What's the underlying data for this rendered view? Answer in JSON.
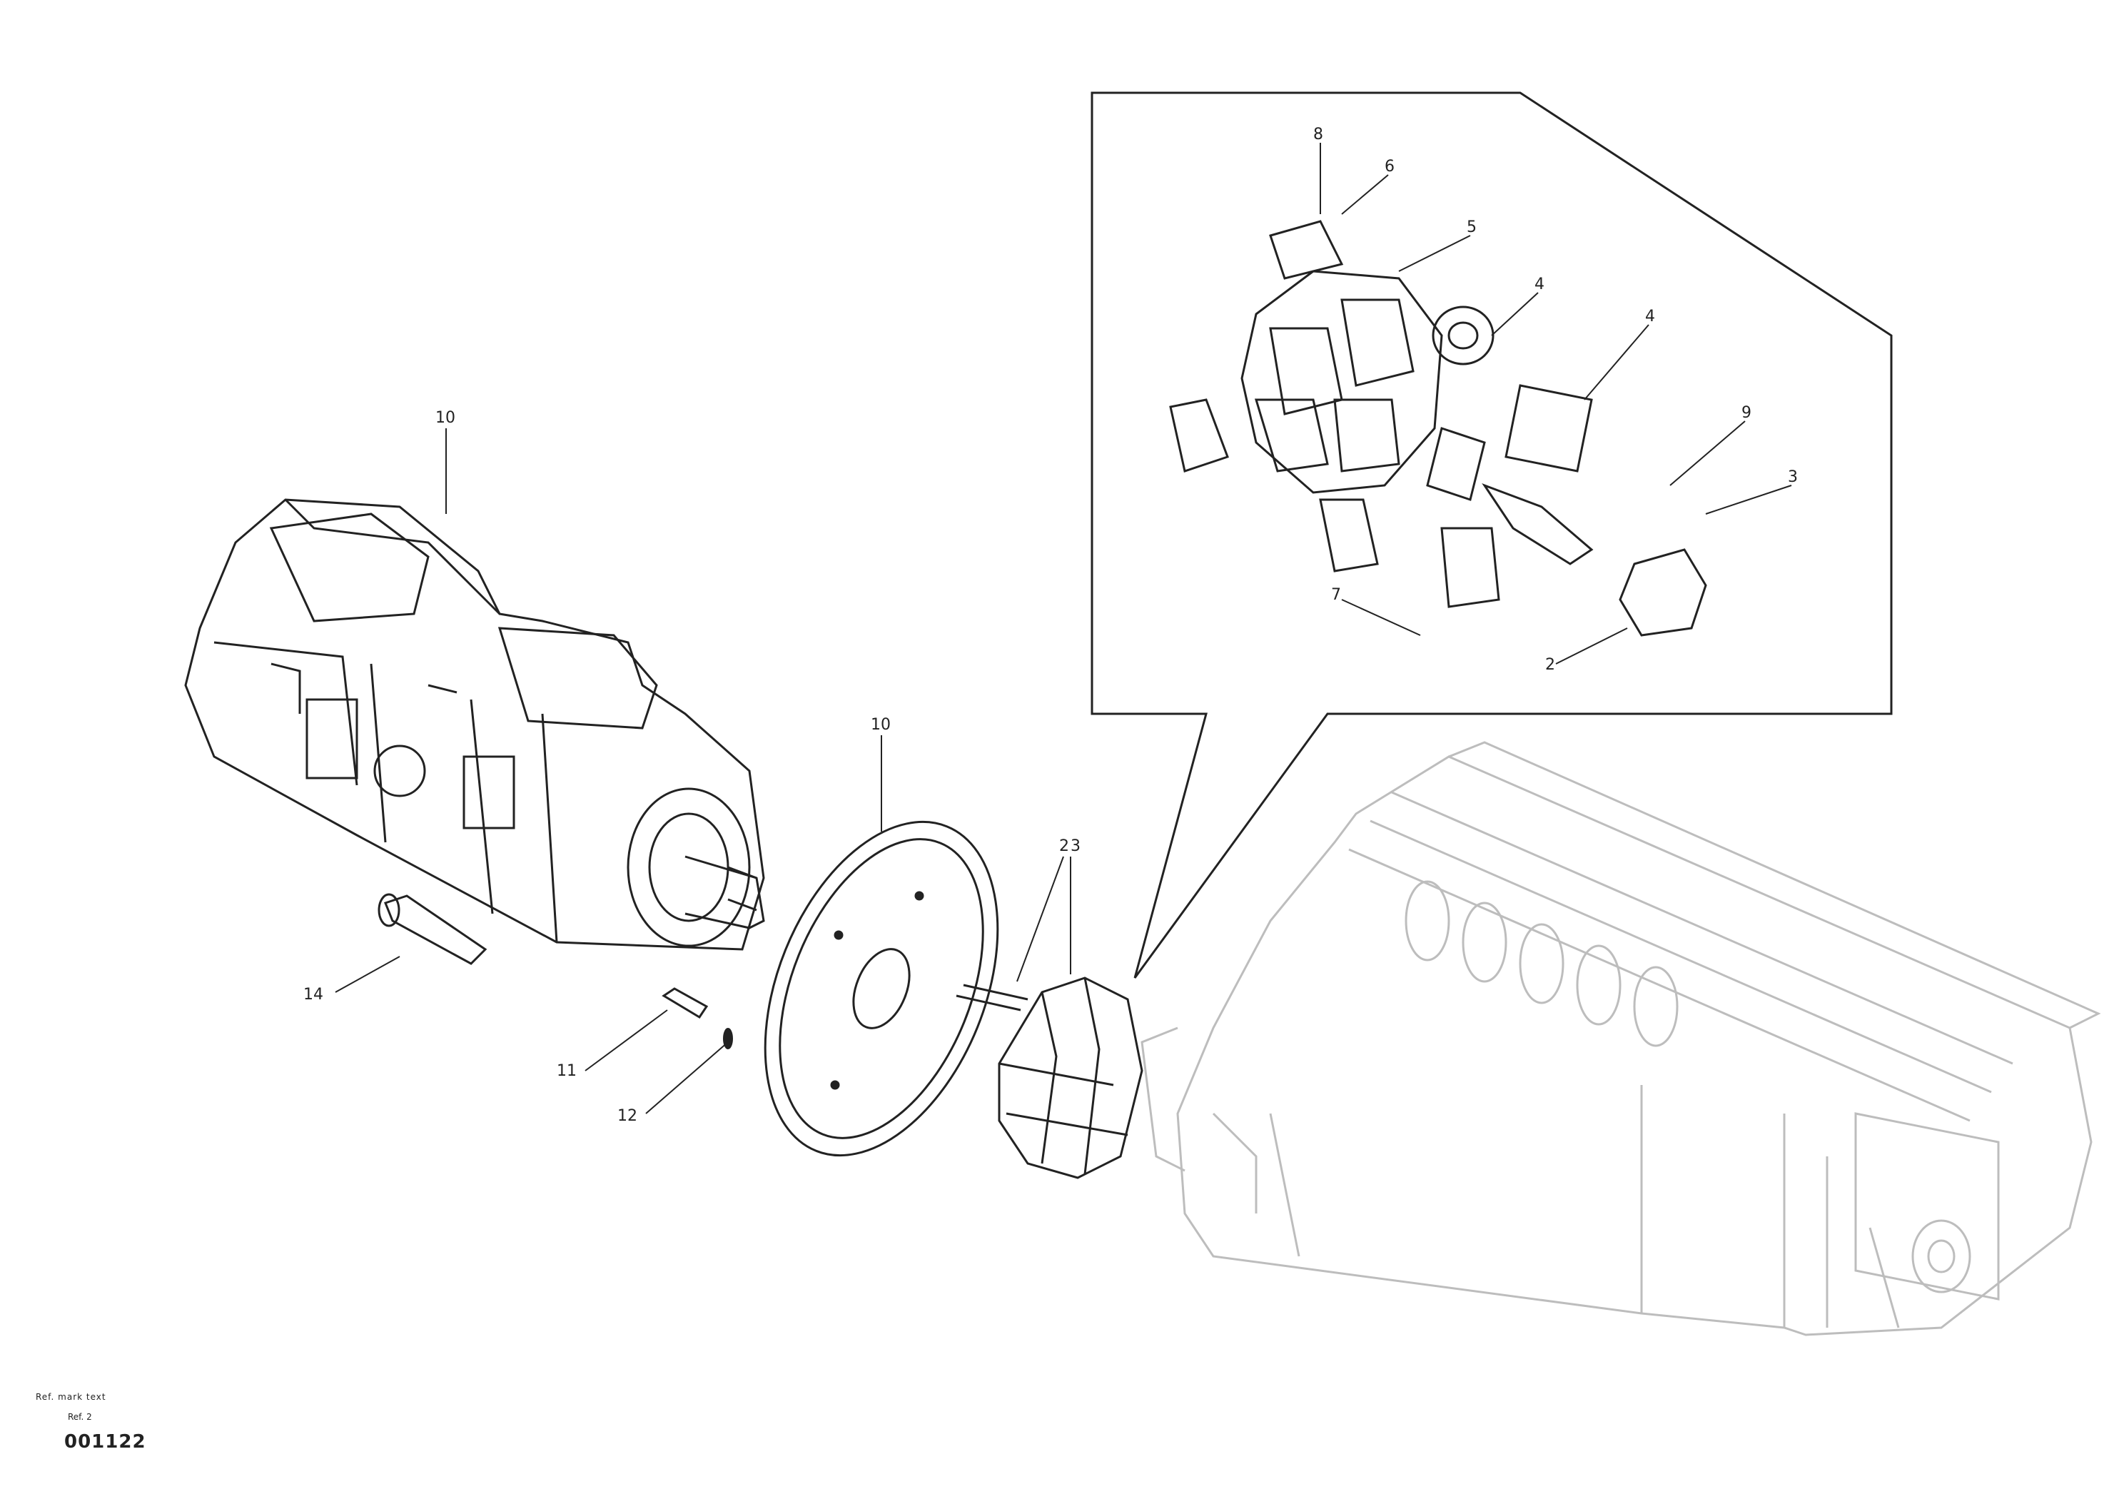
{
  "colors": {
    "line": "#222222",
    "engine_line": "#bdbdbd",
    "background": "#ffffff"
  },
  "callouts": [
    {
      "id": "c-top-pump",
      "label": "10"
    },
    {
      "id": "c-left-bolt",
      "label": "14"
    },
    {
      "id": "c-screw-11",
      "label": "11"
    },
    {
      "id": "c-screw-12",
      "label": "12"
    },
    {
      "id": "c-flywheel",
      "label": "10"
    },
    {
      "id": "c-coupling-a",
      "label": "2"
    },
    {
      "id": "c-coupling-b",
      "label": "3"
    },
    {
      "id": "c-inset-8",
      "label": "8"
    },
    {
      "id": "c-inset-6",
      "label": "6"
    },
    {
      "id": "c-inset-5",
      "label": "5"
    },
    {
      "id": "c-inset-4a",
      "label": "4"
    },
    {
      "id": "c-inset-4b",
      "label": "4"
    },
    {
      "id": "c-inset-9",
      "label": "9"
    },
    {
      "id": "c-inset-3",
      "label": "3"
    },
    {
      "id": "c-inset-7",
      "label": "7"
    },
    {
      "id": "c-inset-2",
      "label": "2"
    }
  ],
  "footer": {
    "line1": "Ref. mark text",
    "line2": "Ref. 2",
    "code": "001122"
  }
}
